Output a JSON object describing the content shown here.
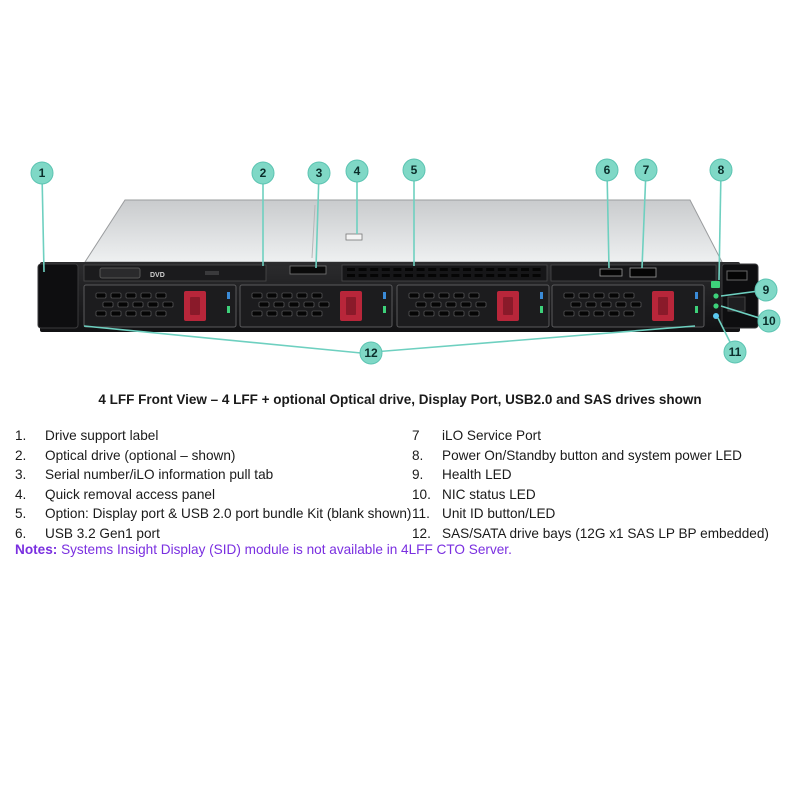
{
  "caption": "4 LFF Front View – 4 LFF + optional Optical drive, Display Port, USB2.0 and SAS drives shown",
  "callout_color": "#7fd8c6",
  "line_color": "#6ed0c0",
  "led_color": "#3dd17a",
  "handle_color": "#b8263a",
  "labels": {
    "dvd": "DVD"
  },
  "legend_left": [
    {
      "num": "1.",
      "text": "Drive support label"
    },
    {
      "num": "2.",
      "text": "Optical drive (optional – shown)"
    },
    {
      "num": "3.",
      "text": "Serial number/iLO information pull tab"
    },
    {
      "num": "4.",
      "text": "Quick removal access panel"
    },
    {
      "num": "5.",
      "text": "Option: Display port & USB 2.0 port bundle Kit (blank shown)"
    },
    {
      "num": "6.",
      "text": "USB 3.2 Gen1 port"
    }
  ],
  "legend_right": [
    {
      "num": "7",
      "text": "iLO Service Port"
    },
    {
      "num": "8.",
      "text": "Power On/Standby button and system power LED"
    },
    {
      "num": "9.",
      "text": "Health LED"
    },
    {
      "num": "10.",
      "text": "NIC status LED"
    },
    {
      "num": "11.",
      "text": "Unit ID button/LED"
    },
    {
      "num": "12.",
      "text": "SAS/SATA drive bays (12G x1 SAS LP BP embedded)"
    }
  ],
  "notes": {
    "label": "Notes:",
    "text": " Systems Insight Display (SID) module is not available in 4LFF CTO Server."
  },
  "callouts": [
    "1",
    "2",
    "3",
    "4",
    "5",
    "6",
    "7",
    "8",
    "9",
    "10",
    "11",
    "12"
  ]
}
